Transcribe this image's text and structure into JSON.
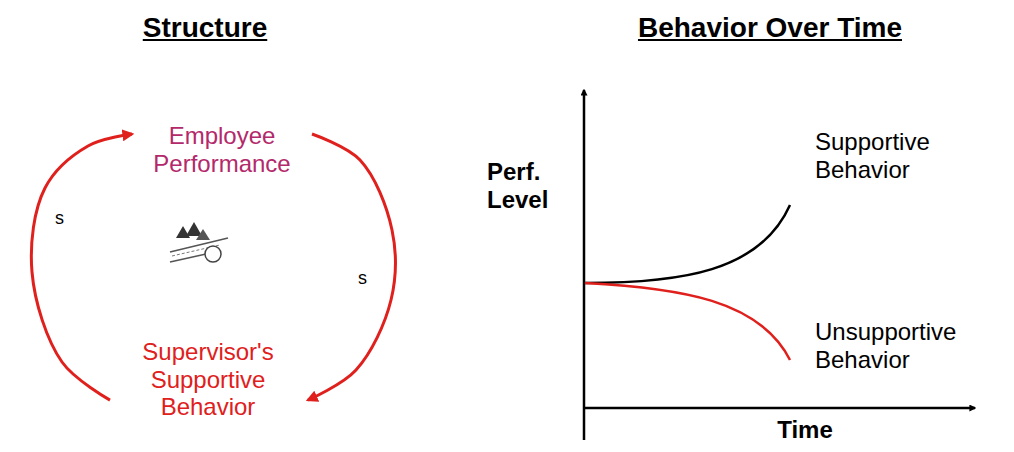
{
  "diagram": {
    "nodes": [
      {
        "text": [
          "Employee Performance"
        ]
      },
      {
        "text": [
          "Supervisor's Supportive Behavior"
        ]
      }
    ],
    "edges": [
      {
        "from": 1,
        "to": 0,
        "arrow": "to",
        "label": "s"
      },
      {
        "from": 0,
        "to": 1,
        "arrow": "to",
        "label": "s"
      }
    ],
    "labels": [
      "Structure",
      "Behavior Over Time",
      "Perf. Level",
      "Time",
      "Supportive Behavior",
      "Unsupportive Behavior"
    ]
  }
}
